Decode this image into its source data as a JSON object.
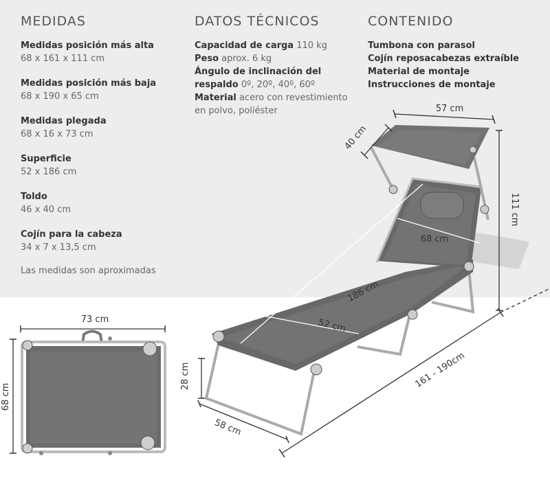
{
  "medidas": {
    "heading": "MEDIDAS",
    "items": [
      {
        "label": "Medidas posición más alta",
        "value": "68 x 161 x 111 cm"
      },
      {
        "label": "Medidas posición más baja",
        "value": "68 x 190 x 65 cm"
      },
      {
        "label": "Medidas plegada",
        "value": "68 x 16 x 73 cm"
      },
      {
        "label": "Superficie",
        "value": "52 x 186 cm"
      },
      {
        "label": "Toldo",
        "value": "46 x 40 cm"
      },
      {
        "label": "Cojín para la cabeza",
        "value": "34 x 7 x 13,5 cm"
      }
    ],
    "note": "Las medidas son aproximadas"
  },
  "datos": {
    "heading": "DATOS TÉCNICOS",
    "capacidad_label": "Capacidad de carga",
    "capacidad_value": "110 kg",
    "peso_label": "Peso",
    "peso_value": "aprox. 6 kg",
    "angulo_label_1": "Ángulo de inclinación del",
    "angulo_label_2": "respaldo",
    "angulo_value": "0º, 20º, 40º, 60º",
    "material_label": "Material",
    "material_value_1": "acero con revestimiento",
    "material_value_2": "en polvo, poliéster"
  },
  "contenido": {
    "heading": "CONTENIDO",
    "items": [
      "Tumbona con parasol",
      "Cojín reposacabezas extraíble",
      "Material de montaje",
      "Instrucciones de montaje"
    ]
  },
  "diagram": {
    "folded_width": "73 cm",
    "folded_height": "68 cm",
    "canopy_width": "57 cm",
    "canopy_depth": "40 cm",
    "height": "111 cm",
    "width_back": "68 cm",
    "length_surface": "186 cm",
    "width_surface": "52 cm",
    "leg_height": "28 cm",
    "width_front": "58 cm",
    "length_total": "161 - 190cm"
  }
}
